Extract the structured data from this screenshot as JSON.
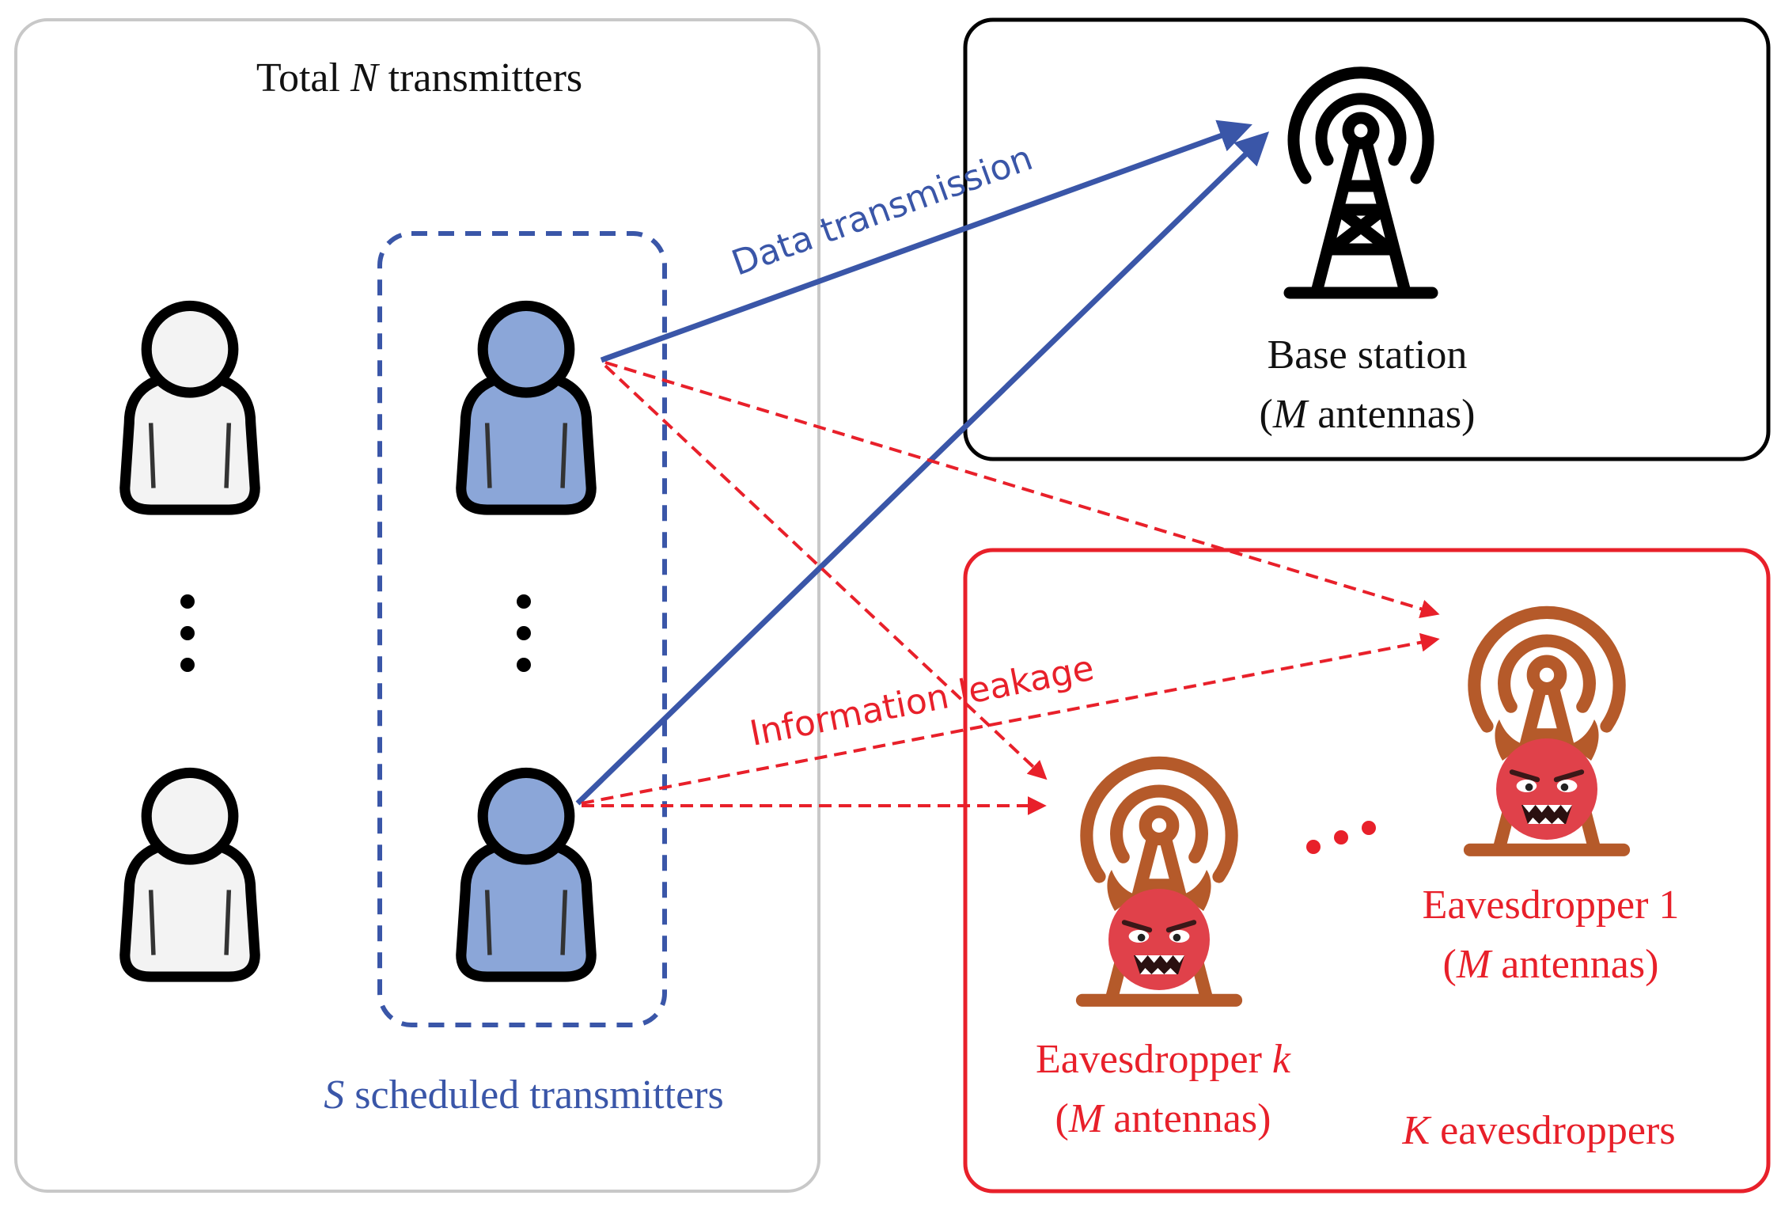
{
  "labels": {
    "total_pre": "Total ",
    "total_var": "N",
    "total_post": " transmitters",
    "scheduled_var": "S",
    "scheduled_post": " scheduled transmitters",
    "bs_name": "Base station",
    "bs_open": "(",
    "bs_var": "M",
    "bs_post": " antennas)",
    "data_transmission": "Data transmission",
    "information_leakage": "Information leakage",
    "eve1_name": "Eavesdropper 1",
    "eve1_open": "(",
    "eve1_var": "M",
    "eve1_post": " antennas)",
    "evek_name_pre": "Eavesdropper ",
    "evek_var": "k",
    "evek_open": "(",
    "evek_var2": "M",
    "evek_post": " antennas)",
    "k_var": "K",
    "k_post": " eavesdroppers"
  },
  "colors": {
    "blue": "#3a56a8",
    "red": "#e8202a",
    "brown": "#b55a2a",
    "devil": "#e0414a",
    "user_blue": "#8ba6d8",
    "user_white": "#f3f3f3",
    "gray_border": "#c8c8c8"
  },
  "icons": {
    "user": "person-icon",
    "tower": "radio-tower-icon",
    "eavesdropper": "devil-tower-icon"
  }
}
